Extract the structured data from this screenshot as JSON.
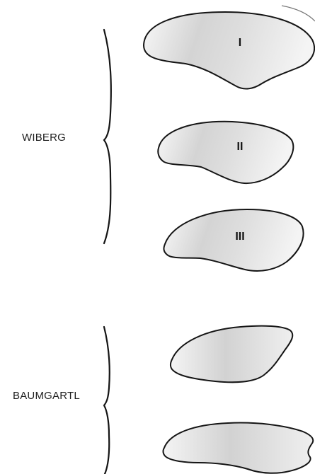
{
  "groups": {
    "wiberg": {
      "label": "WIBERG",
      "types": [
        "I",
        "II",
        "III"
      ]
    },
    "baumgartl": {
      "label": "BAUMGARTL"
    }
  },
  "colors": {
    "outline": "#151515",
    "fill_light": "#f7f7f7",
    "fill_dark": "#c9c9c9",
    "text": "#1e1e1e"
  }
}
